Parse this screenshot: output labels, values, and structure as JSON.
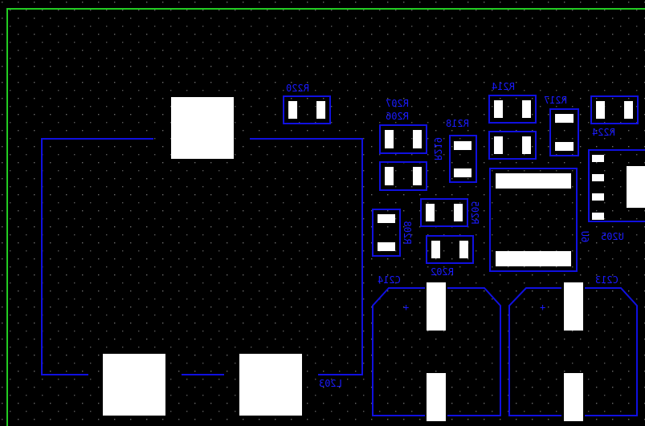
{
  "colors": {
    "background": "#000000",
    "grid_dot": "#6a6a6a",
    "board_edge": "#22cc22",
    "silkscreen": "#1010e0",
    "pad": "#ffffff"
  },
  "view": "bottom-side silkscreen (mirrored)",
  "components": {
    "r220": "R220",
    "r207": "R207",
    "r206": "R206",
    "r218": "R218",
    "r214": "R214",
    "r217": "R217",
    "r224": "R224",
    "r219": "R219",
    "r205": "R205",
    "r208": "R208",
    "r202": "R202",
    "u205": "U205",
    "u_partial": "6U",
    "c214": "C214",
    "c213": "C213",
    "l203": "L203"
  },
  "polarity": {
    "c214_plus": "+",
    "c213_plus": "+"
  }
}
